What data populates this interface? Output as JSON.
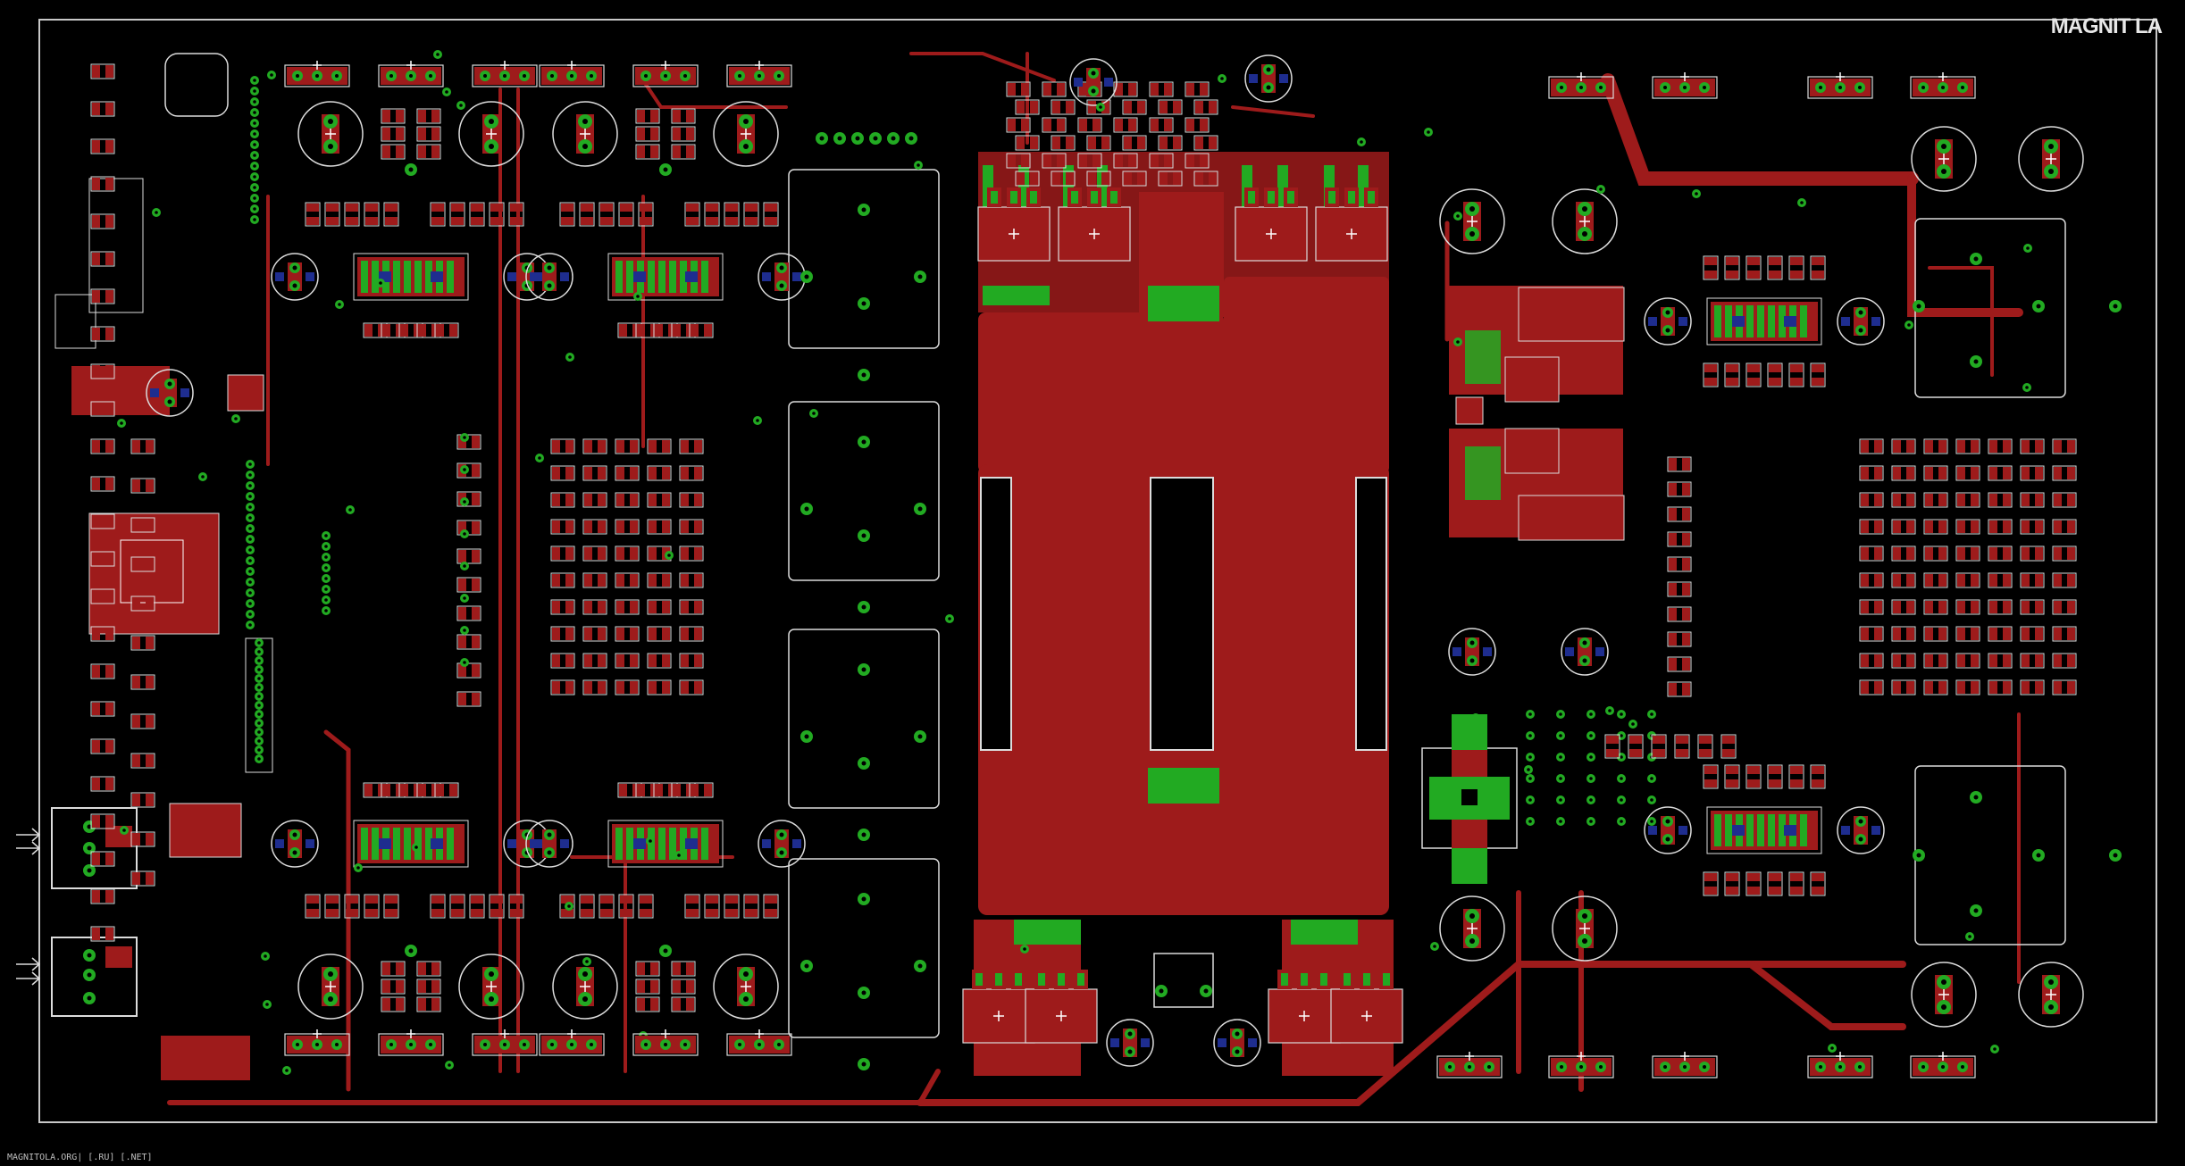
{
  "app": {
    "logo_text": "MAGNIT LA",
    "logo_sub": "",
    "footer_text": "MAGNITOLA.ORG| [.RU] [.NET]"
  },
  "colors": {
    "background": "#000000",
    "copper": "#9e1b1b",
    "pad": "#22aa22",
    "silk": "#e6e6e6",
    "via_blue": "#1e2d8f",
    "outline": "#c8c8c8"
  },
  "components": {
    "input_terminals": 2,
    "large_heatsink_slots": 3
  }
}
